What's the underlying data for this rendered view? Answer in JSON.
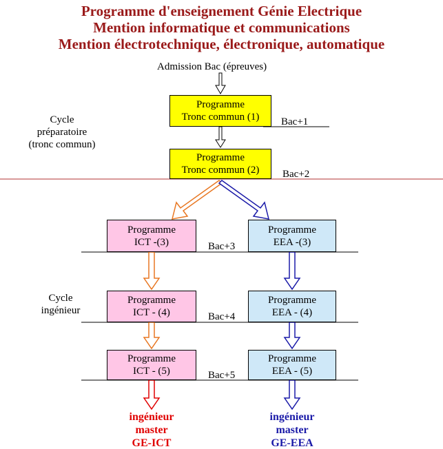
{
  "titles": [
    "Programme d'enseignement Génie Electrique",
    "Mention informatique et communications",
    "Mention électrotechnique, électronique, automatique"
  ],
  "admission": "Admission Bac (épreuves)",
  "cycles": {
    "preparatoire": [
      "Cycle",
      "préparatoire",
      "(tronc commun)"
    ],
    "ingenieur": [
      "Cycle",
      "ingénieur"
    ]
  },
  "tronc": [
    {
      "line1": "Programme",
      "line2": "Tronc commun (1)",
      "level": "Bac+1"
    },
    {
      "line1": "Programme",
      "line2": "Tronc commun (2)",
      "level": "Bac+2"
    }
  ],
  "ict": [
    {
      "line1": "Programme",
      "line2": "ICT -(3)"
    },
    {
      "line1": "Programme",
      "line2": "ICT - (4)"
    },
    {
      "line1": "Programme",
      "line2": "ICT - (5)"
    }
  ],
  "eea": [
    {
      "line1": "Programme",
      "line2": "EEA -(3)"
    },
    {
      "line1": "Programme",
      "line2": "EEA - (4)"
    },
    {
      "line1": "Programme",
      "line2": "EEA - (5)"
    }
  ],
  "levels": [
    "Bac+3",
    "Bac+4",
    "Bac+5"
  ],
  "outcomes": {
    "ict": [
      "ingénieur",
      "master",
      "GE-ICT"
    ],
    "eea": [
      "ingénieur",
      "master",
      "GE-EEA"
    ]
  },
  "colors": {
    "title": "#9a1a1a",
    "ict_arrow": "#e87722",
    "eea_arrow": "#1a1aa8",
    "ict_outcome": "#e00000",
    "eea_outcome": "#1a1aa8",
    "separator": "#b03030"
  }
}
